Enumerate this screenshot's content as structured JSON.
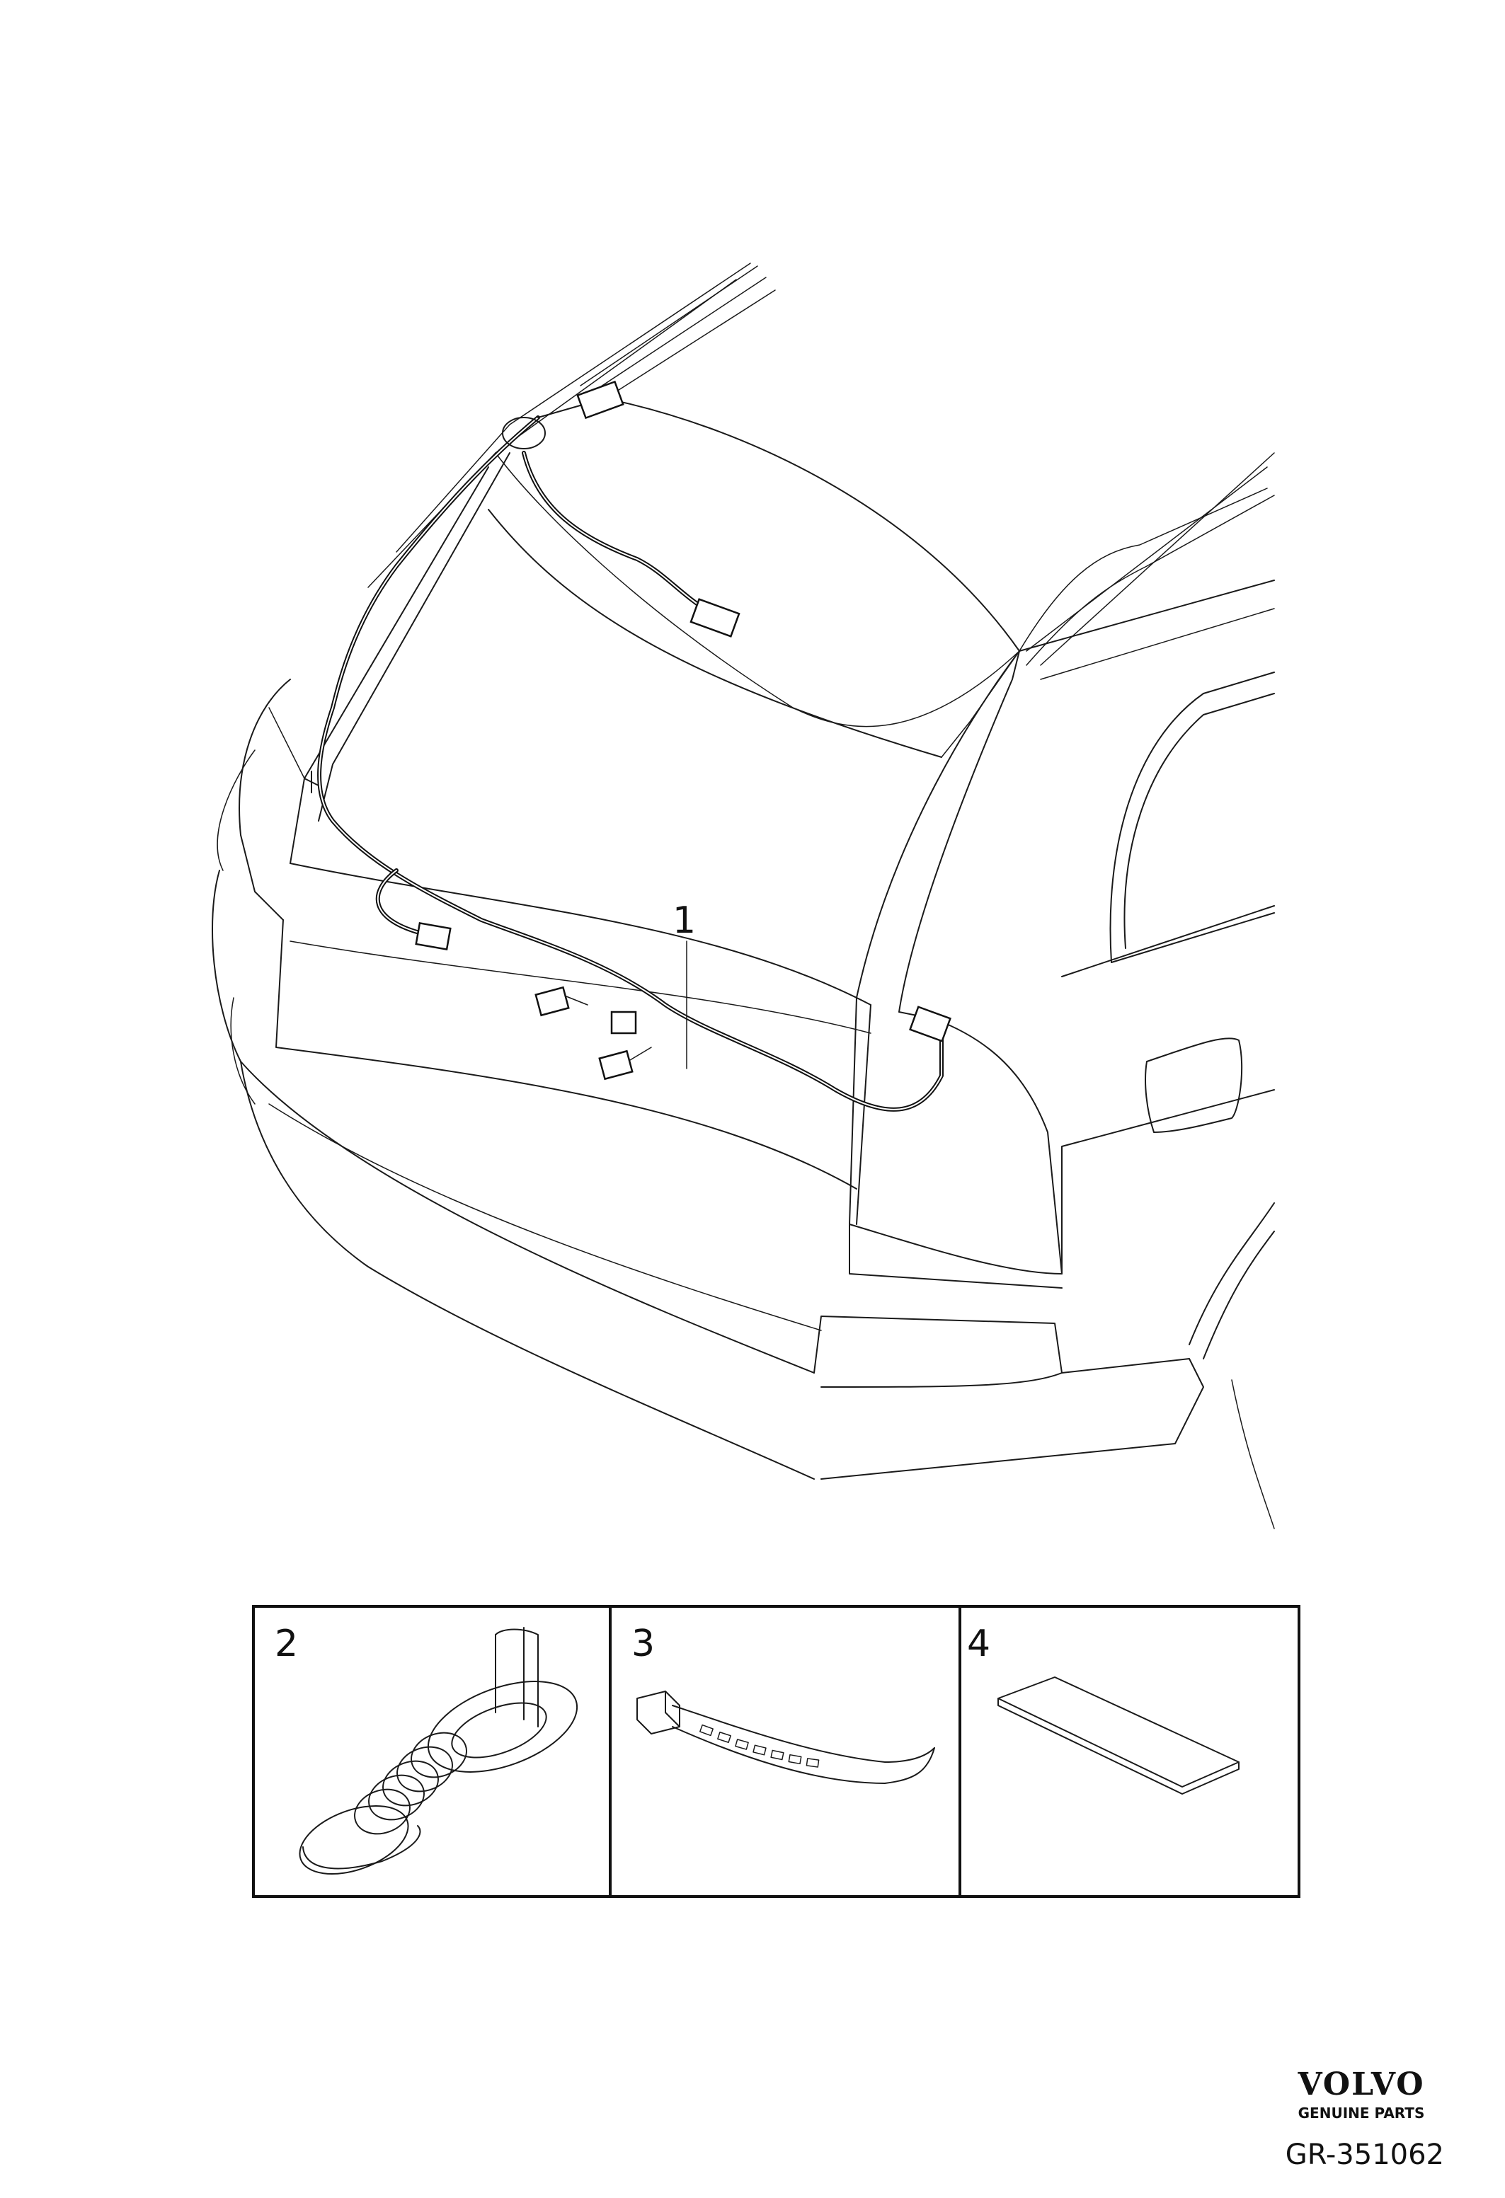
{
  "callouts": {
    "harness": "1",
    "grommet": "2",
    "cable_tie": "3",
    "tape": "4"
  },
  "brand": {
    "name": "VOLVO",
    "subtitle": "GENUINE PARTS"
  },
  "figure_code": "GR-351062"
}
